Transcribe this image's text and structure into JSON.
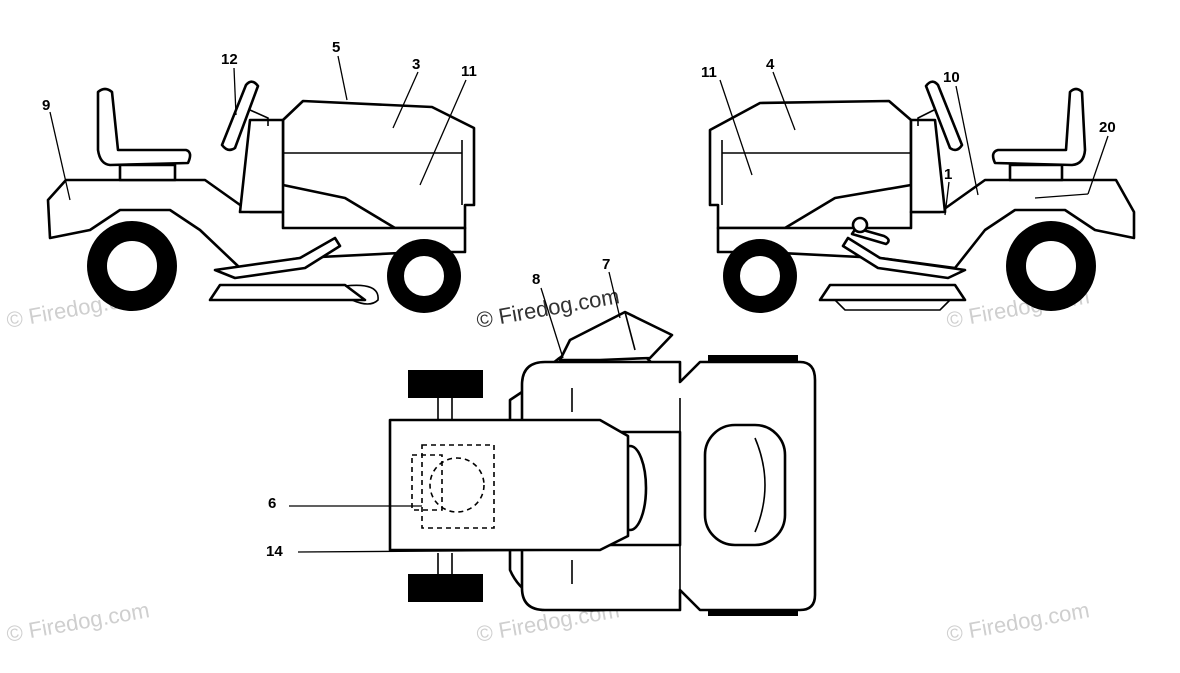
{
  "watermark": {
    "text": "© Firedog.com"
  },
  "callouts": {
    "c1": "1",
    "c3": "3",
    "c4": "4",
    "c5": "5",
    "c6": "6",
    "c7": "7",
    "c8": "8",
    "c9": "9",
    "c10": "10",
    "c11a": "11",
    "c11b": "11",
    "c12": "12",
    "c14": "14",
    "c20": "20"
  }
}
